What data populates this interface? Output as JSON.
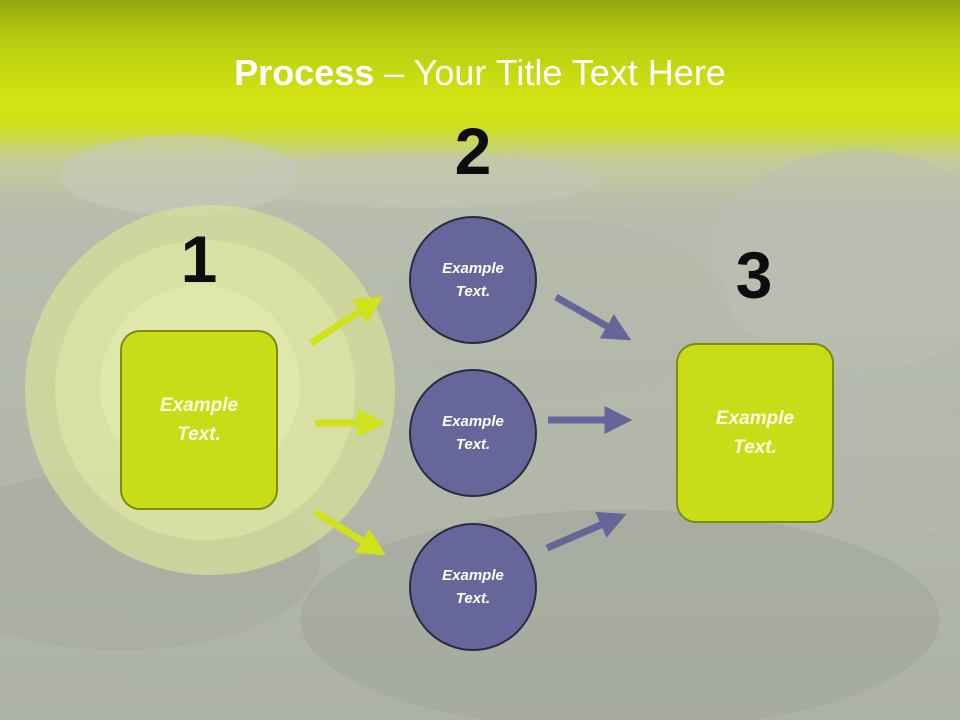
{
  "title": {
    "bold": "Process",
    "rest": " – Your Title Text Here"
  },
  "steps": [
    {
      "number": "1",
      "label": "Example\nText."
    },
    {
      "number": "2",
      "items": [
        "Example\nText.",
        "Example\nText.",
        "Example\nText."
      ]
    },
    {
      "number": "3",
      "label": "Example\nText."
    }
  ],
  "colors": {
    "box_fill": "#c8dd18",
    "circle_fill": "#67669a",
    "arrow_green": "#cfe21a",
    "arrow_purple": "#66659a"
  }
}
